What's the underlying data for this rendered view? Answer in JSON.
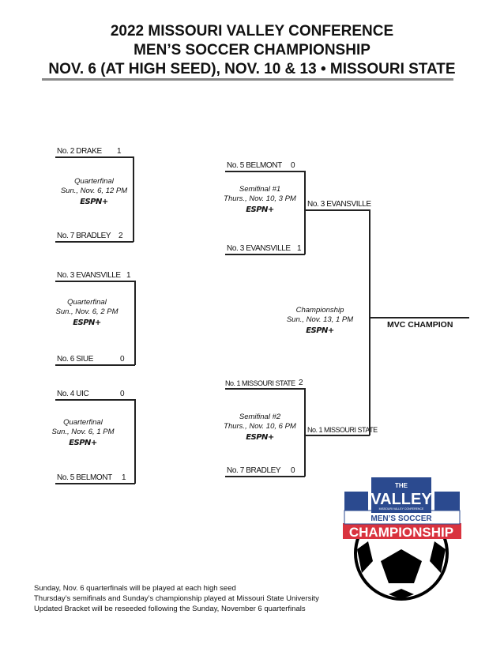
{
  "title": {
    "line1": "2022 MISSOURI VALLEY CONFERENCE",
    "line2": "MEN’S SOCCER CHAMPIONSHIP",
    "line3": "NOV. 6 (AT HIGH SEED), NOV. 10 & 13 • MISSOURI STATE"
  },
  "quarterfinals": [
    {
      "top_team": "No. 2 DRAKE",
      "top_score": "1",
      "bottom_team": "No. 7 BRADLEY",
      "bottom_score": "2",
      "round": "Quarterfinal",
      "date": "Sun., Nov. 6, 12 PM",
      "network": "ESPN+"
    },
    {
      "top_team": "No. 3 EVANSVILLE",
      "top_score": "1",
      "bottom_team": "No. 6 SIUE",
      "bottom_score": "0",
      "round": "Quarterfinal",
      "date": "Sun., Nov. 6, 2 PM",
      "network": "ESPN+"
    },
    {
      "top_team": "No. 4 UIC",
      "top_score": "0",
      "bottom_team": "No. 5 BELMONT",
      "bottom_score": "1",
      "round": "Quarterfinal",
      "date": "Sun., Nov. 6, 1 PM",
      "network": "ESPN+"
    }
  ],
  "semifinals": [
    {
      "top_team": "No. 5 BELMONT",
      "top_score": "0",
      "bottom_team": "No. 3 EVANSVILLE",
      "bottom_score": "1",
      "round": "Semifinal #1",
      "date": "Thurs., Nov. 10, 3 PM",
      "network": "ESPN+",
      "winner": "No. 3 EVANSVILLE"
    },
    {
      "top_team": "No. 1 MISSOURI STATE",
      "top_score": "2",
      "bottom_team": "No. 7 BRADLEY",
      "bottom_score": "0",
      "round": "Semifinal #2",
      "date": "Thurs., Nov. 10, 6 PM",
      "network": "ESPN+",
      "winner": "No. 1 MISSOURI STATE"
    }
  ],
  "championship": {
    "round": "Championship",
    "date": "Sun., Nov. 13, 1 PM",
    "network": "ESPN+",
    "label": "MVC CHAMPION"
  },
  "logo": {
    "the": "THE",
    "valley": "VALLEY",
    "conf": "MISSOURI VALLEY CONFERENCE",
    "mens": "MEN’S SOCCER",
    "champ": "CHAMPIONSHIP",
    "colors": {
      "blue": "#2b4a8f",
      "red": "#d9333f"
    }
  },
  "notes": [
    "Sunday, Nov. 6 quarterfinals will be played at each high seed",
    "Thursday’s semifinals and Sunday’s championship played at Missouri State University",
    "Updated Bracket will be reseeded following the Sunday, November 6 quarterfinals"
  ]
}
